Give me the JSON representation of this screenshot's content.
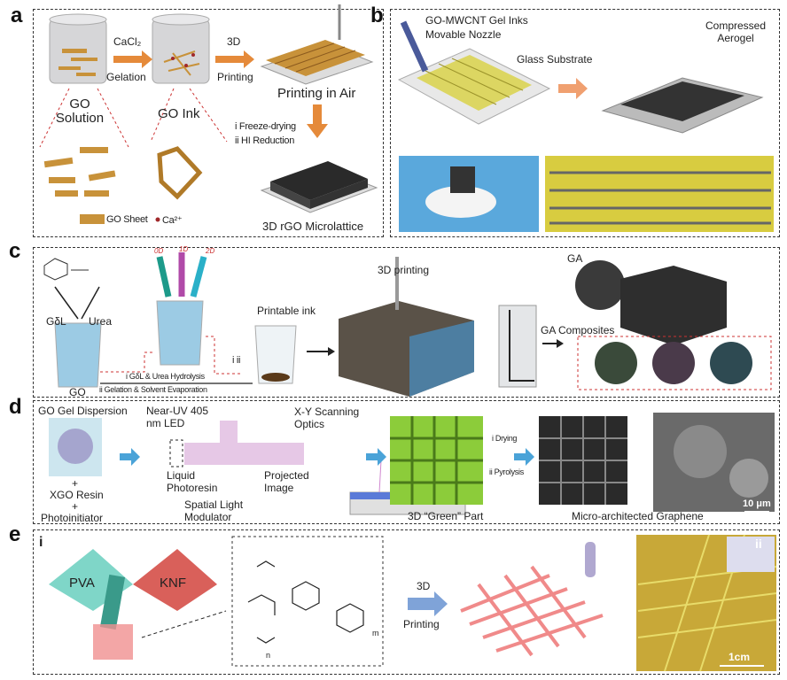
{
  "panels": {
    "a": {
      "label": "a",
      "go_solution": "GO Solution",
      "cacl2": "CaCl₂",
      "gelation": "Gelation",
      "go_ink": "GO Ink",
      "step_3d": "3D",
      "printing": "Printing",
      "printing_in_air": "Printing in Air",
      "freeze_drying": "i  Freeze-drying",
      "hi_reduction": "ii HI Reduction",
      "microlattice": "3D rGO Microlattice",
      "legend_sheet": "GO Sheet",
      "legend_ca": "Ca²⁺"
    },
    "b": {
      "label": "b",
      "gel_inks": "GO-MWCNT Gel Inks",
      "nozzle": "Movable Nozzle",
      "substrate": "Glass Substrate",
      "aerogel": "Compressed Aerogel"
    },
    "c": {
      "label": "c",
      "gdl": "GδL",
      "urea": "Urea",
      "go": "GO",
      "dim_0d": "0D",
      "dim_1d": "1D",
      "dim_2d": "2D",
      "steps_i_ii": "i  ii",
      "hydrolysis": "i GδL & Urea Hydrolysis",
      "gelation_evap": "ii Gelation & Solvent Evaporation",
      "printable_ink": "Printable ink",
      "printing_3d": "3D printing",
      "ga": "GA",
      "ga_composites": "GA Composites"
    },
    "d": {
      "label": "d",
      "dispersion": "GO Gel Dispersion",
      "plus1": "+",
      "xgo_resin": "XGO Resin",
      "plus2": "+",
      "photoinitiator": "Photoinitiator",
      "led": "Near-UV 405 nm LED",
      "photoresin": "Liquid Photoresin",
      "projected": "Projected Image",
      "scanning": "X-Y Scanning Optics",
      "modulator": "Spatial Light Modulator",
      "green_part": "3D “Green” Part",
      "drying": "i  Drying",
      "pyrolysis": "ii Pyrolysis",
      "graphene": "Micro-architected Graphene",
      "scale": "10 μm"
    },
    "e": {
      "label": "e",
      "sub_i": "i",
      "sub_ii": "ii",
      "pva": "PVA",
      "knf": "KNF",
      "step_3d": "3D",
      "printing": "Printing",
      "scale": "1cm",
      "n": "n",
      "m": "m"
    }
  },
  "colors": {
    "go": "#c8923a",
    "lattice": "#2a2a2a",
    "yellow": "#e8dc4a",
    "green": "#8ccc3a",
    "pva": "#7fd6c8",
    "knf": "#d9605a",
    "arrow": "#e58a3a",
    "blue_arrow": "#4aa3d8"
  }
}
